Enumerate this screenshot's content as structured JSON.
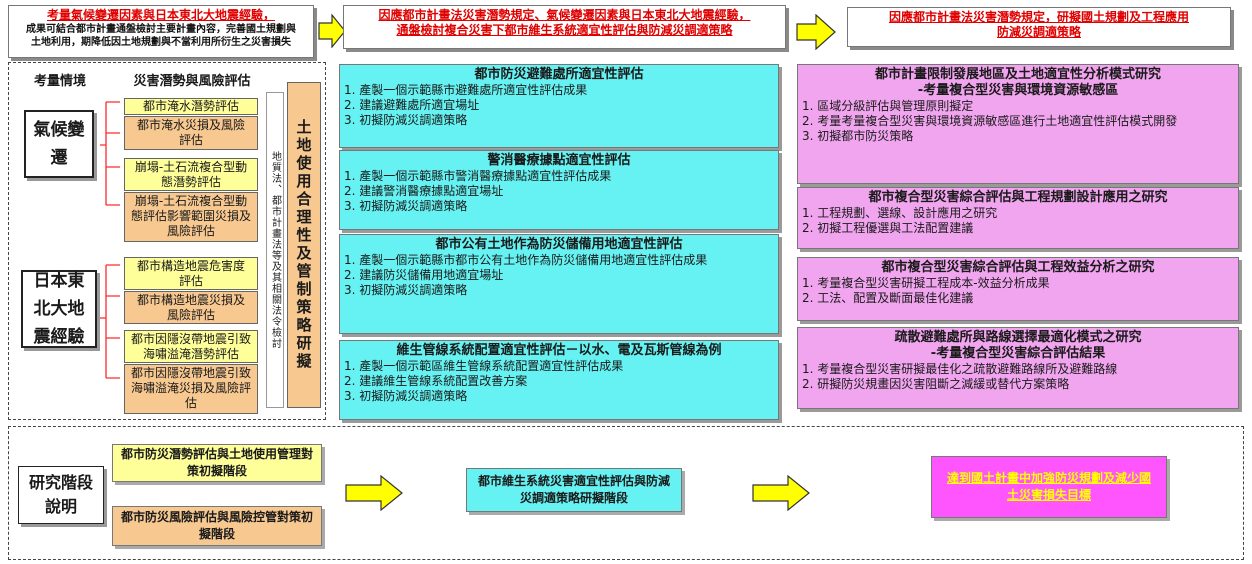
{
  "header": {
    "box1_title": "考量氣候變遷因素與日本東北大地震經驗，",
    "box1_sub1": "成果可結合都市計畫通盤檢討主要計畫內容，完善國土規劃與",
    "box1_sub2": "土地利用，期降低因土地規劃與不當利用所衍生之災害損失",
    "box2_line1": "因應都市計畫法災害潛勢規定、氣候變遷因素與日本東北大地震經驗，",
    "box2_line2": "通盤檢討複合災害下都市維生系統適宜性評估與防減災調適策略",
    "box3_line1": "因應都市計畫法災害潛勢規定，研擬國土規劃及工程應用",
    "box3_line2": "防減災調適策略"
  },
  "left": {
    "col_head_situation": "考量情境",
    "col_head_risk": "災害潛勢與風險評估",
    "climate_label": "氣候變遷",
    "japan_label": "日本東北大地震經驗",
    "climate_items": [
      {
        "label": "都市淹水潛勢評估",
        "kind": "yellow"
      },
      {
        "label": "都市淹水災損及風險評估",
        "kind": "tan"
      },
      {
        "label": "崩塌-土石流複合型動態潛勢評估",
        "kind": "yellow"
      },
      {
        "label": "崩塌-土石流複合型動態評估影響範圍災損及風險評估",
        "kind": "tan"
      }
    ],
    "japan_items": [
      {
        "label": "都市構造地震危害度評估",
        "kind": "yellow"
      },
      {
        "label": "都市構造地震災損及風險評估",
        "kind": "tan"
      },
      {
        "label": "都市因隱沒帶地震引致海嘯溢淹潛勢評估",
        "kind": "yellow"
      },
      {
        "label": "都市因隱沒帶地震引致海嘯溢淹災損及風險評估",
        "kind": "tan"
      }
    ],
    "law_text": "地質法、都市計畫法等及其相關法令檢討",
    "landuse_text": "土地使用合理性及管制策略研擬"
  },
  "middle": {
    "boxes": [
      {
        "title": "都市防災避難處所適宜性評估",
        "items": [
          "1. 產製一個示範縣市避難處所適宜性評估成果",
          "2. 建議避難處所適宜場址",
          "3. 初擬防減災調適策略"
        ]
      },
      {
        "title": "警消醫療據點適宜性評估",
        "items": [
          "1. 產製一個示範縣市警消醫療據點適宜性評估成果",
          "2. 建議警消醫療據點適宜場址",
          "3. 初擬防減災調適策略"
        ]
      },
      {
        "title": "都市公有土地作為防災儲備用地適宜性評估",
        "items": [
          "1. 產製一個示範縣市都市公有土地作為防災儲備用地適宜性評估成果",
          "2. 建議防災儲備用地適宜場址",
          "3. 初擬防減災調適策略"
        ]
      },
      {
        "title": "維生管線系統配置適宜性評估－以水、電及瓦斯管線為例",
        "items": [
          "1. 產製一個示範區維生管線系統配置適宜性評估成果",
          "2. 建議維生管線系統配置改善方案",
          "3. 初擬防減災調適策略"
        ]
      }
    ]
  },
  "right": {
    "boxes": [
      {
        "title": "都市計畫限制發展地區及土地適宜性分析模式研究",
        "subtitle": "-考量複合型災害與環境資源敏感區",
        "items": [
          "1. 區域分級評估與管理原則擬定",
          "2. 考量考量複合型災害與環境資源敏感區進行土地適宜性評估模式開發",
          "3. 初擬都市防災策略"
        ]
      },
      {
        "title": "都市複合型災害綜合評估與工程規劃設計應用之研究",
        "subtitle": "",
        "items": [
          "1. 工程規劃、選線、設計應用之研究",
          "2. 初擬工程優選與工法配置建議"
        ]
      },
      {
        "title": "都市複合型災害綜合評估與工程效益分析之研究",
        "subtitle": "",
        "items": [
          "1. 考量複合型災害研擬工程成本-效益分析成果",
          "2. 工法、配置及斷面最佳化建議"
        ]
      },
      {
        "title": "疏散避難處所與路線選擇最適化模式之研究",
        "subtitle": "-考量複合型災害綜合評估結果",
        "items": [
          "1. 考量複合型災害研擬最佳化之疏散避難路線所及避難路線",
          "2. 研擬防災規畫因災害阻斷之減緩或替代方案策略"
        ]
      }
    ]
  },
  "bottom": {
    "stage_label": "研究階段說明",
    "yellow_stage": "都市防災潛勢評估與土地使用管理對策初擬階段",
    "tan_stage": "都市防災風險評估與風險控管對策初擬階段",
    "cyan_stage": "都市維生系統災害適宜性評估與防減災調適策略研擬階段",
    "pink_stage": "達到國土計畫中加強防災規劃及減少國土災害損失目標"
  },
  "colors": {
    "yellow": "#ffff99",
    "tan": "#f7c890",
    "cyan": "#66f2f2",
    "pink": "#f1a5ef",
    "magenta": "#ff55ff",
    "red": "#e00000",
    "arrow_yellow": "#ffff00"
  }
}
